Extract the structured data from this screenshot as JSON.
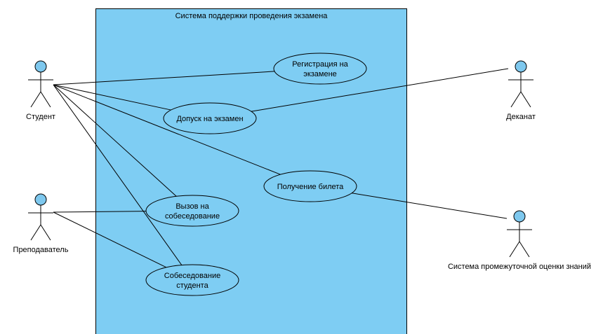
{
  "system": {
    "title": "Система поддержки проведения экзамена",
    "fill_color": "#7ecdf3"
  },
  "actors": [
    {
      "id": "student",
      "label": "Студент"
    },
    {
      "id": "teacher",
      "label": "Преподаватель"
    },
    {
      "id": "deanery",
      "label": "Деканат"
    },
    {
      "id": "assessment",
      "label": "Система промежуточной оценки знаний"
    }
  ],
  "use_cases": [
    {
      "id": "registration",
      "lines": [
        "Регистрация на",
        "экзамене"
      ]
    },
    {
      "id": "admission",
      "lines": [
        "Допуск на экзамен"
      ]
    },
    {
      "id": "ticket",
      "lines": [
        "Получение билета"
      ]
    },
    {
      "id": "interview_call",
      "lines": [
        "Вызов на",
        "собеседование"
      ]
    },
    {
      "id": "interview",
      "lines": [
        "Собеседование",
        "студента"
      ]
    }
  ],
  "associations": [
    [
      "student",
      "registration"
    ],
    [
      "student",
      "admission"
    ],
    [
      "student",
      "ticket"
    ],
    [
      "student",
      "interview_call"
    ],
    [
      "student",
      "interview"
    ],
    [
      "teacher",
      "interview_call"
    ],
    [
      "teacher",
      "interview"
    ],
    [
      "deanery",
      "admission"
    ],
    [
      "assessment",
      "ticket"
    ]
  ]
}
